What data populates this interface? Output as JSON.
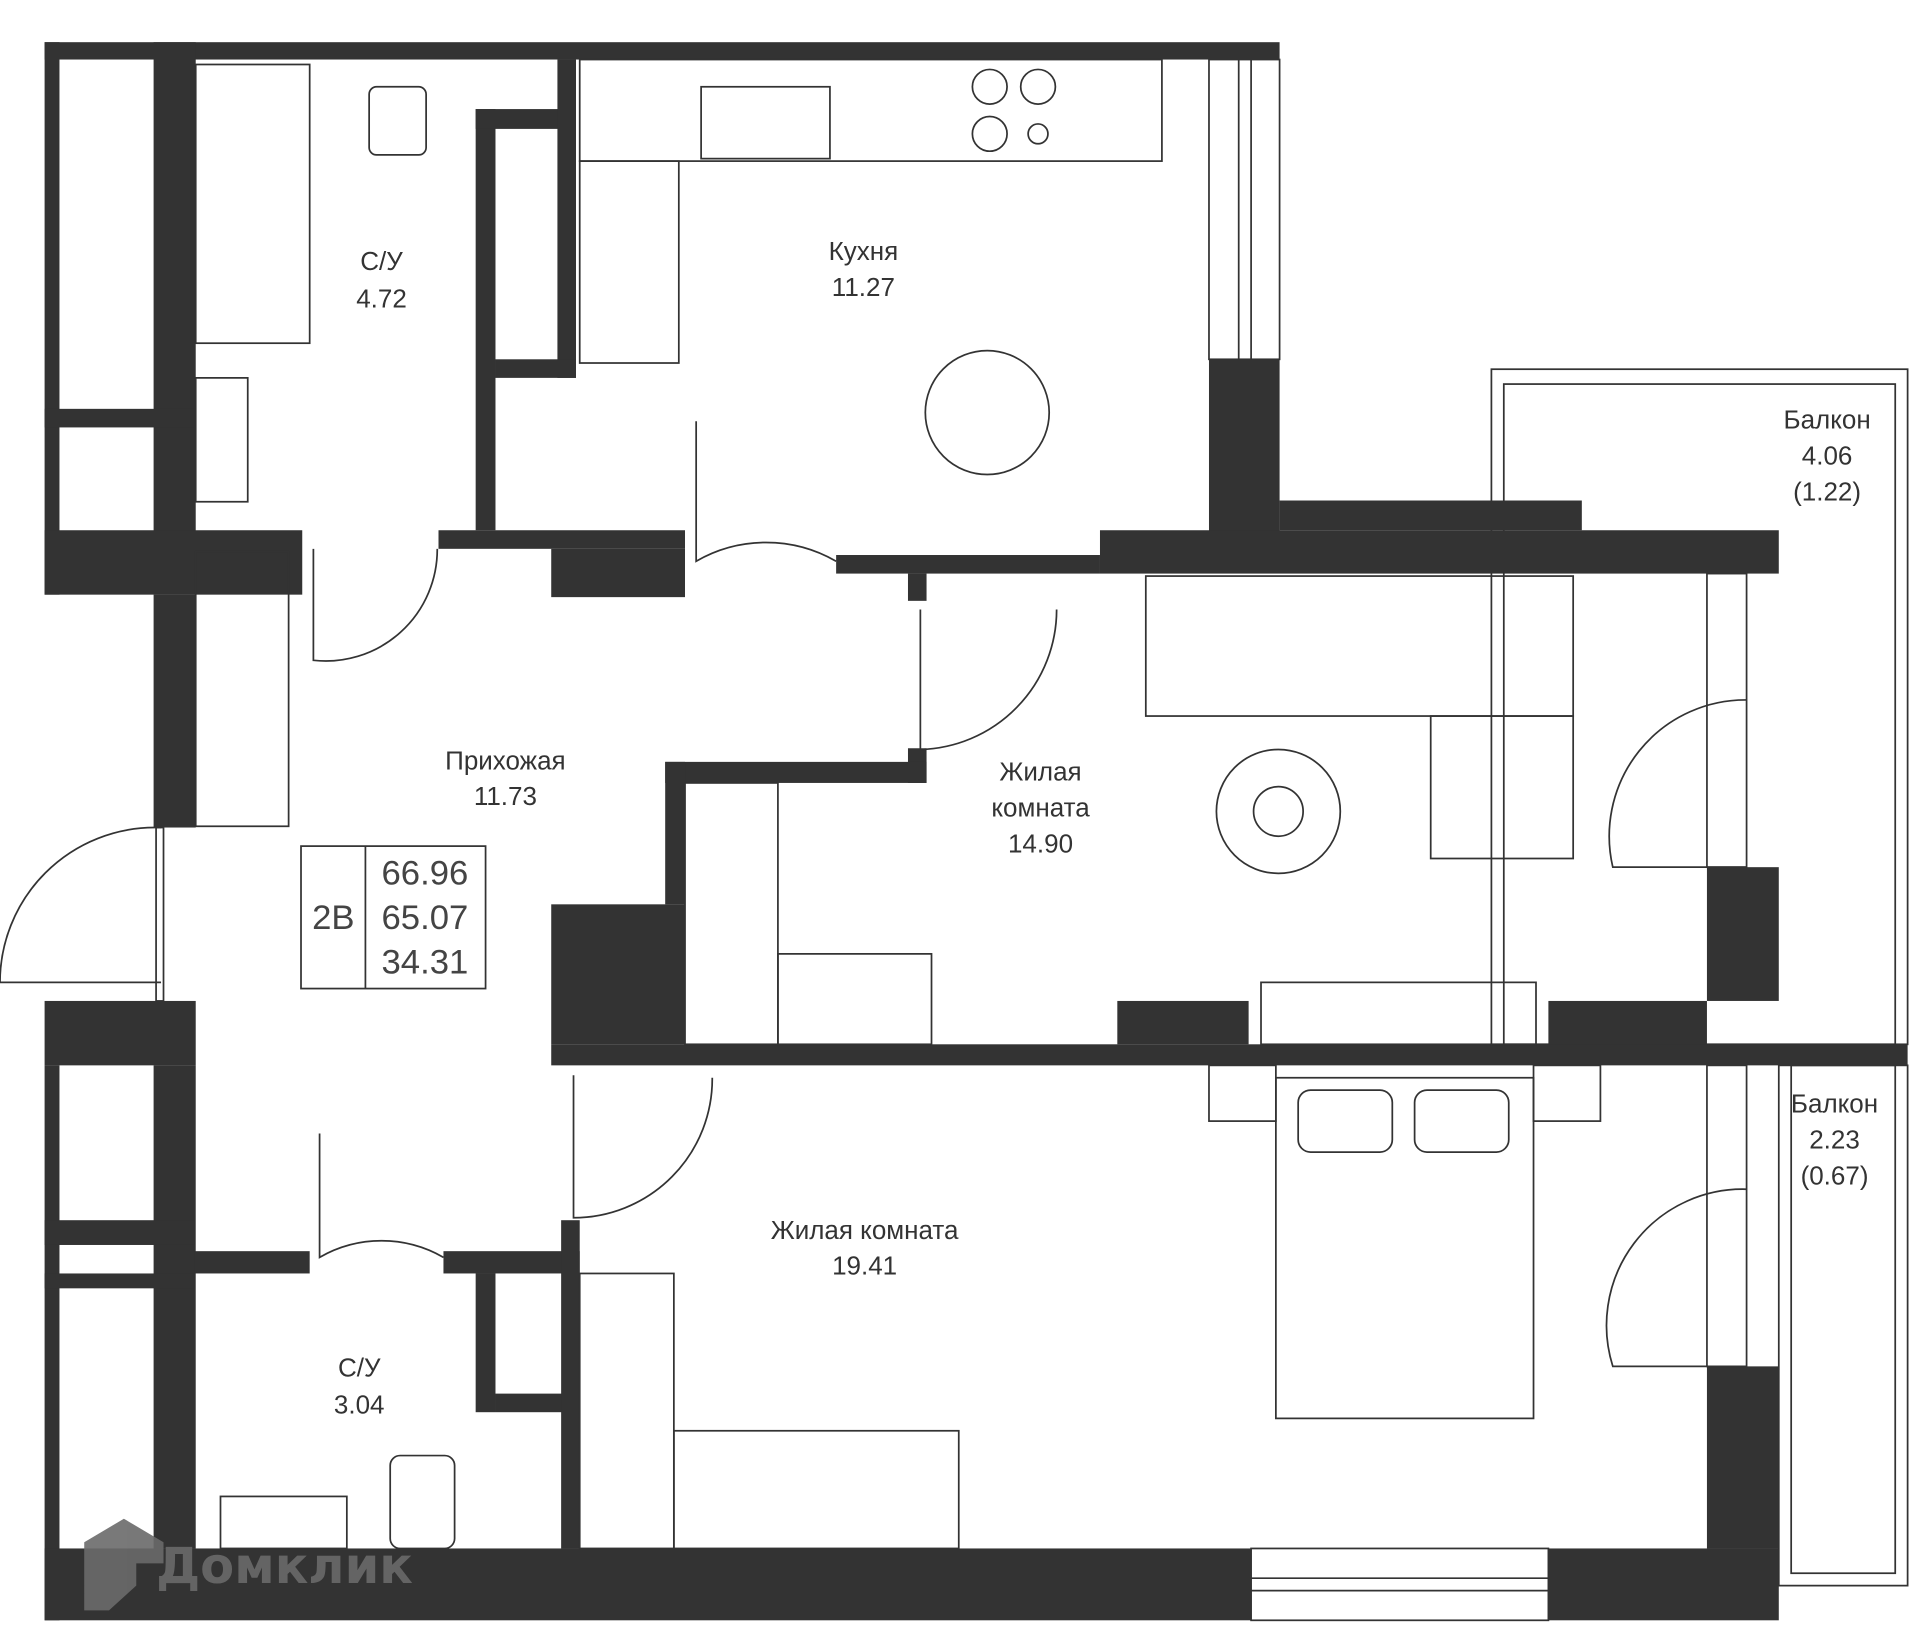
{
  "rooms": {
    "bath_top": {
      "name": "С/У",
      "area": "4.72"
    },
    "kitchen": {
      "name": "Кухня",
      "area": "11.27"
    },
    "hall": {
      "name": "Прихожая",
      "area": "11.73"
    },
    "living1": {
      "name_line1": "Жилая",
      "name_line2": "комната",
      "area": "14.90"
    },
    "living2": {
      "name": "Жилая комната",
      "area": "19.41"
    },
    "bath_bottom": {
      "name": "С/У",
      "area": "3.04"
    },
    "balcony1": {
      "name": "Балкон",
      "area": "4.06",
      "reduced": "(1.22)"
    },
    "balcony2": {
      "name": "Балкон",
      "area": "2.23",
      "reduced": "(0.67)"
    }
  },
  "summary": {
    "type": "2В",
    "total": "66.96",
    "living_total": "65.07",
    "living": "34.31"
  },
  "watermark": "Домклик",
  "colors": {
    "wall": "#333333",
    "background": "#ffffff"
  }
}
